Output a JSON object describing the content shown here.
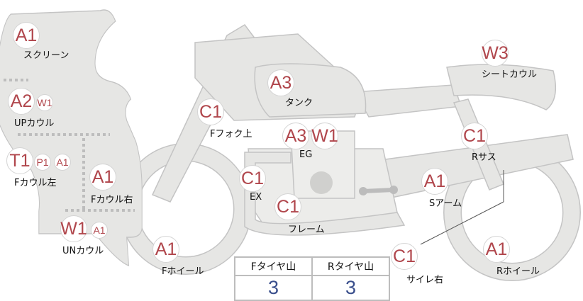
{
  "colors": {
    "badge_text": "#b0464c",
    "body": "#e6e6e4",
    "value": "#3a4f8c"
  },
  "parts": [
    {
      "name": "スクリーン",
      "codes": [
        "A1"
      ]
    },
    {
      "name": "UPカウル",
      "codes": [
        "A2",
        "W1"
      ]
    },
    {
      "name": "Fカウル左",
      "codes": [
        "T1",
        "P1",
        "A1"
      ]
    },
    {
      "name": "Fカウル右",
      "codes": [
        "A1"
      ]
    },
    {
      "name": "UNカウル",
      "codes": [
        "W1",
        "A1"
      ]
    },
    {
      "name": "Fホイール",
      "codes": [
        "A1"
      ]
    },
    {
      "name": "Fフォク上",
      "codes": [
        "C1"
      ]
    },
    {
      "name": "タンク",
      "codes": [
        "A3"
      ]
    },
    {
      "name": "EG",
      "codes": [
        "A3",
        "W1"
      ]
    },
    {
      "name": "EX",
      "codes": [
        "C1"
      ]
    },
    {
      "name": "フレーム",
      "codes": [
        "C1"
      ]
    },
    {
      "name": "シートカウル",
      "codes": [
        "W3"
      ]
    },
    {
      "name": "Rサス",
      "codes": [
        "C1"
      ]
    },
    {
      "name": "Sアーム",
      "codes": [
        "A1"
      ]
    },
    {
      "name": "サイレ右",
      "codes": [
        "C1"
      ]
    },
    {
      "name": "Rホイール",
      "codes": [
        "A1"
      ]
    }
  ],
  "tires": {
    "front_label": "Fタイヤ山",
    "rear_label": "Rタイヤ山",
    "front_value": "3",
    "rear_value": "3"
  }
}
